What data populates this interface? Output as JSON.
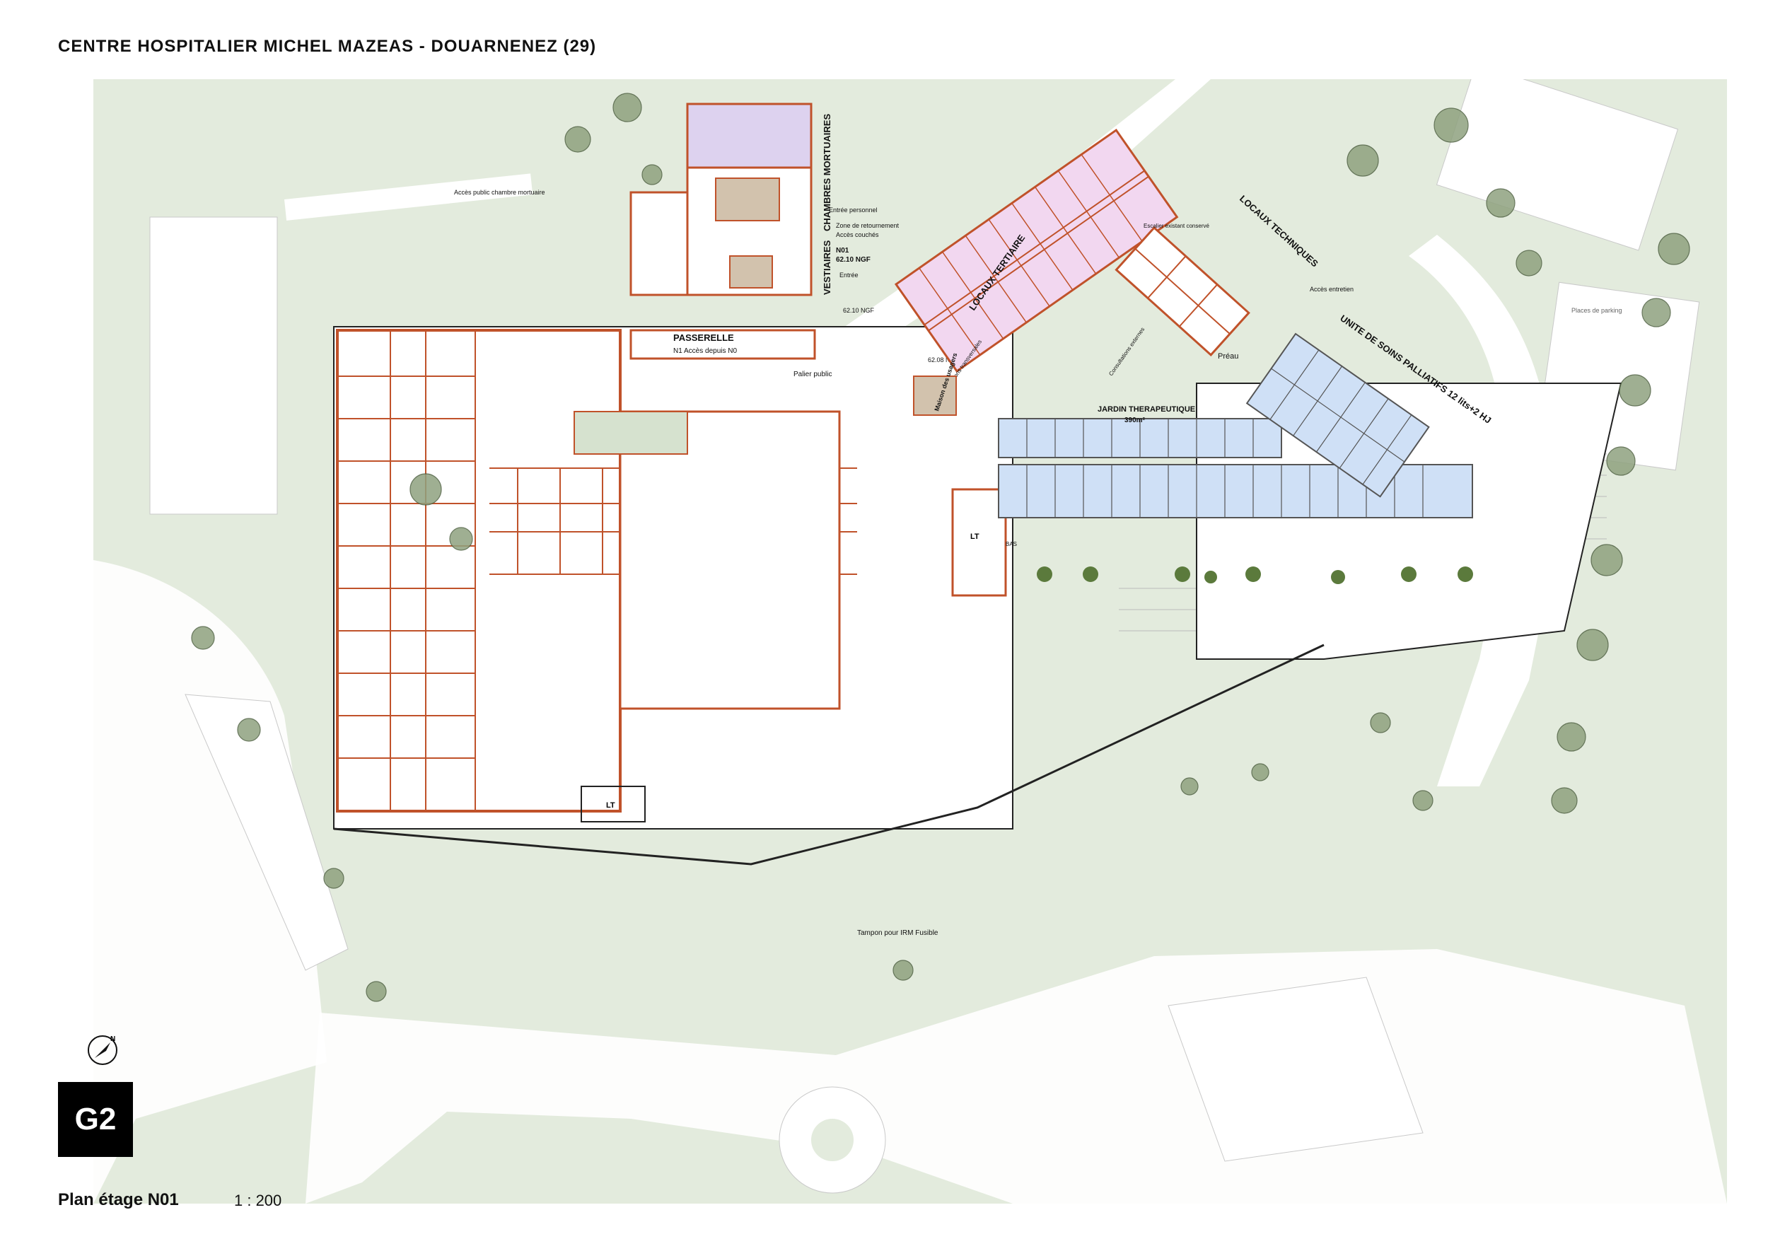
{
  "title": "CENTRE HOSPITALIER MICHEL MAZEAS - DOUARNENEZ (29)",
  "sheet": "G2",
  "caption": "Plan étage N01",
  "scale": "1 : 200",
  "compass": {
    "label": "N",
    "icon": "north-arrow-icon"
  },
  "colors": {
    "ground": "#e3ebdd",
    "road": "#ffffff",
    "wall": "#c0522a",
    "mortuary": "#ddd2ef",
    "tertiary": "#f2d7f0",
    "palliative": "#cfe0f6",
    "tech": "#d2c2ad",
    "tree": "#8fa27f",
    "shrub": "#5b7a3c",
    "lt": "#222222"
  },
  "labels": {
    "mortuary_access": "Accès public chambre mortuaire",
    "chambres_mortuaires": "CHAMBRES MORTUAIRES",
    "vestiaires": "VESTIAIRES",
    "entree_personnel": "Entrée personnel",
    "zone_retournement": "Zone de retournement",
    "acces_couches": "Accès couchés",
    "n01": "N01",
    "n01_level": "62.10 NGF",
    "entree": "Entrée",
    "locaux_tertiaire": "LOCAUX TERTIAIRE",
    "locaux_techniques": "LOCAUX TECHNIQUES",
    "escalier": "Escalier existant conservé",
    "acces_entretien": "Accès entretien",
    "preau": "Préau",
    "unite_soins": "UNITE DE SOINS PALLIATIFS 12 lits+2 HJ",
    "jardin": "JARDIN THERAPEUTIQUE",
    "jardin_area": "390m²",
    "passerelle": "PASSERELLE",
    "passerelle_sub": "N1 Accès depuis N0",
    "palier": "Palier public",
    "level_a": "62.10 NGF",
    "level_b": "62.08 NGF",
    "maison_usagers": "Maison des usagers",
    "fonctions_transversales": "Fonctions transversales",
    "consultations_externes": "Consultations externes",
    "bas": "BAS",
    "tampon": "Tampon pour IRM Fusible",
    "lt": "LT",
    "parking": "Places de parking"
  }
}
